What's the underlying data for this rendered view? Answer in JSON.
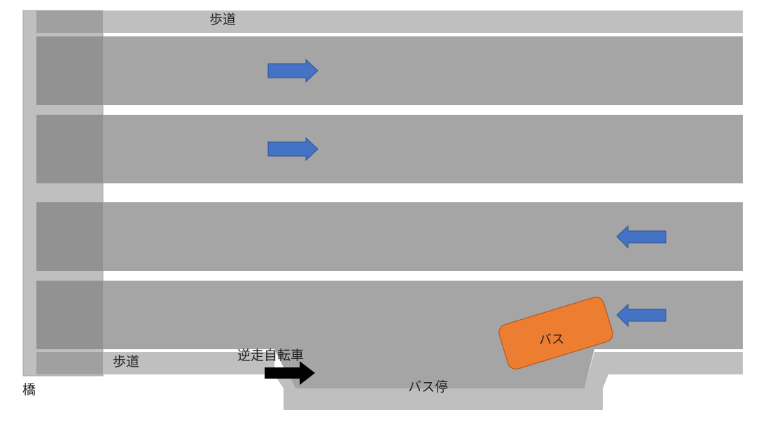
{
  "labels": {
    "sidewalk_top": "歩道",
    "sidewalk_bottom": "歩道",
    "bridge": "橋",
    "wrong_way_bicycle": "逆走自転車",
    "bus_stop": "バス停",
    "bus": "バス"
  },
  "colors": {
    "road": "#a5a5a5",
    "bridge_deck": "#929292",
    "sidewalk": "#bfbfbf",
    "bridge_sidewalk": "#a0a0a0",
    "arrow_blue": "#4472c4",
    "arrow_blue_border": "#2f528f",
    "bus_orange": "#ed7d31",
    "bus_border": "#ae5a21",
    "bicycle_arrow": "#000000"
  },
  "lanes": [
    {
      "index": 1,
      "direction": "right"
    },
    {
      "index": 2,
      "direction": "right"
    },
    {
      "index": 3,
      "direction": "left"
    },
    {
      "index": 4,
      "direction": "left"
    }
  ]
}
